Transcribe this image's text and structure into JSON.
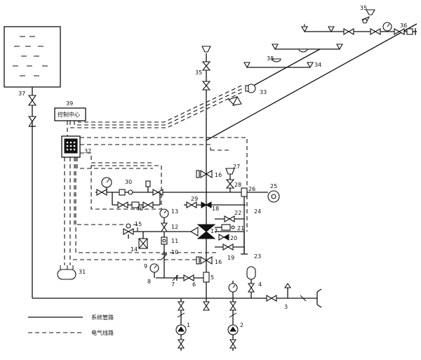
{
  "labels": {
    "n1": "1",
    "n2": "2",
    "n3": "3",
    "n4": "4",
    "n5": "5",
    "n6": "6",
    "n7": "7",
    "n8": "8",
    "n9": "9",
    "n10": "10",
    "n11": "11",
    "n12": "12",
    "n13": "13",
    "n14": "14",
    "n15": "15",
    "n16a": "16",
    "n16b": "16",
    "n17": "17",
    "n18": "18",
    "n19": "19",
    "n20": "20",
    "n21": "21",
    "n22": "22",
    "n23": "23",
    "n24": "24",
    "n25": "25",
    "n26": "26",
    "n27": "27",
    "n28": "28",
    "n29": "29",
    "n30": "30",
    "n31": "31",
    "n32": "32",
    "n33": "33",
    "n34": "34",
    "n35a": "35",
    "n35b": "35",
    "n36": "36",
    "n37": "37",
    "n38": "38",
    "n39": "39",
    "n40": "40"
  },
  "control_center": "控制中心",
  "legend": {
    "pipeline": "系统管路",
    "electrical": "电气线路"
  }
}
